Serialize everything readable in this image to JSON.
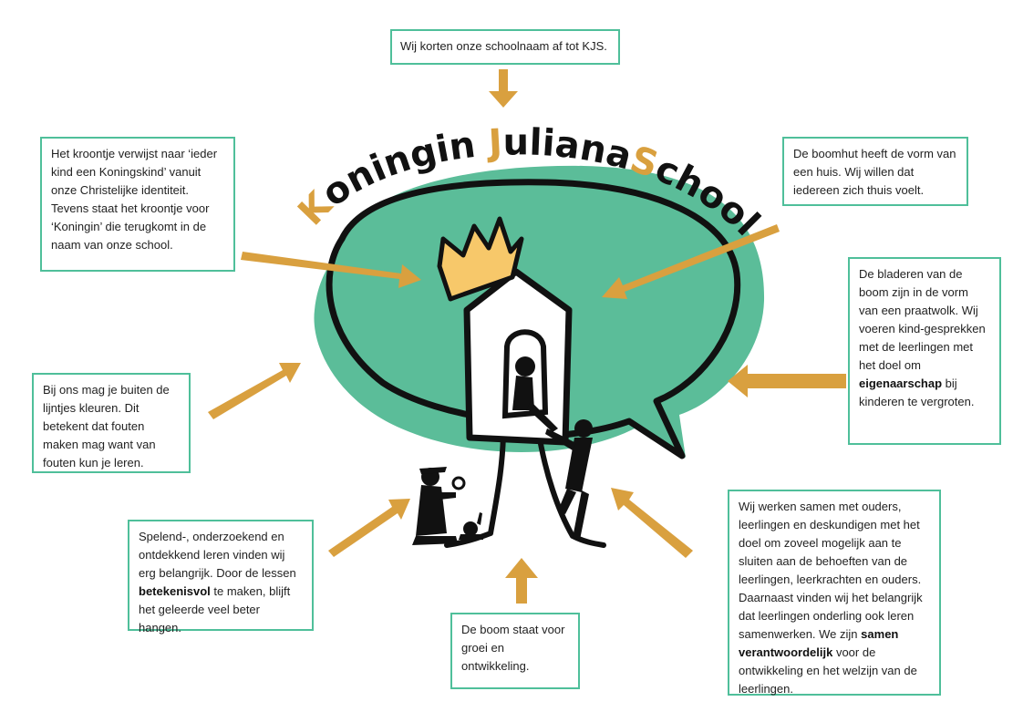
{
  "logo_text": "KoninginJulianaSchool",
  "boxes": {
    "name": "Wij korten onze schoolnaam af tot KJS.",
    "crown": "Het kroontje verwijst naar ‘ieder kind een Koningskind’ vanuit onze Christelijke identiteit. Tevens staat het kroontje voor ‘Koningin’ die terugkomt in de naam van onze school.",
    "house": "De boomhut heeft de vorm van een huis. Wij willen dat iedereen zich thuis voelt.",
    "leaves": {
      "before": "De bladeren van de boom zijn in de vorm van een praatwolk. Wij voeren kind-gesprekken met de leerlingen met het doel om",
      "bold": "eigenaarschap",
      "after": "bij kinderen te vergroten."
    },
    "lines": "Bij ons mag je buiten de lijntjes kleuren. Dit betekent dat fouten maken mag want van fouten kun je leren.",
    "play": {
      "before": "Spelend-, onderzoekend en ontdekkend leren vinden wij erg belangrijk. Door de lessen",
      "bold": "betekenisvol",
      "after": "te maken, blijft het geleerde veel beter hangen."
    },
    "tree": "De boom staat voor groei en ontwikkeling.",
    "together": {
      "before": "Wij werken samen met ouders, leerlingen en deskundigen met het doel om zoveel mogelijk aan te sluiten aan de behoeften van de leerlingen, leerkrachten en ouders. Daarnaast vinden wij het belangrijk dat leerlingen onderling ook leren samenwerken. We zijn",
      "bold": "samen verantwoordelijk",
      "after": "voor de ontwikkeling en het welzijn van de leerlingen."
    }
  },
  "colors": {
    "teal": "#5bbd99",
    "border": "#4fbf9a",
    "arrow": "#d9a03f",
    "crown": "#f7c86a",
    "dark": "#111111"
  }
}
